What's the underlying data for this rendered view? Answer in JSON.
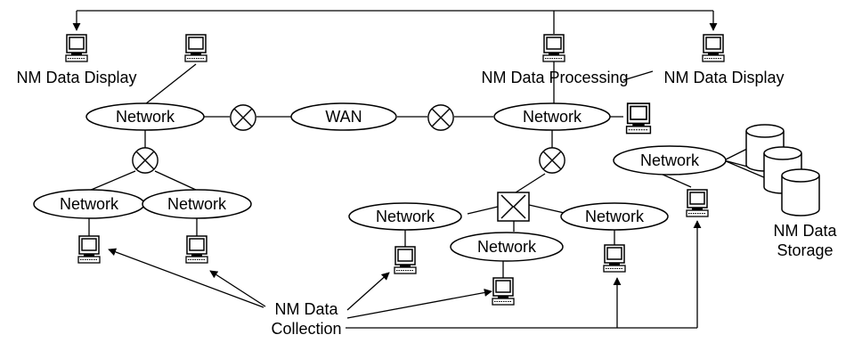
{
  "diagram": {
    "networks": [
      {
        "label": "Network"
      },
      {
        "label": "Network"
      },
      {
        "label": "Network"
      },
      {
        "label": "Network"
      },
      {
        "label": "Network"
      },
      {
        "label": "Network"
      },
      {
        "label": "Network"
      },
      {
        "label": "Network"
      }
    ],
    "wan": {
      "label": "WAN"
    },
    "captions": {
      "display_left": "NM Data Display",
      "processing": "NM Data Processing",
      "display_right": "NM Data Display",
      "storage_line1": "NM Data",
      "storage_line2": "Storage",
      "collection_line1": "NM Data",
      "collection_line2": "Collection"
    },
    "icons": {
      "computer": "computer-icon",
      "router": "router-icon",
      "switch": "switch-icon",
      "disk": "disk-storage-icon"
    },
    "colors": {
      "ink": "#000000",
      "background": "#ffffff"
    }
  }
}
